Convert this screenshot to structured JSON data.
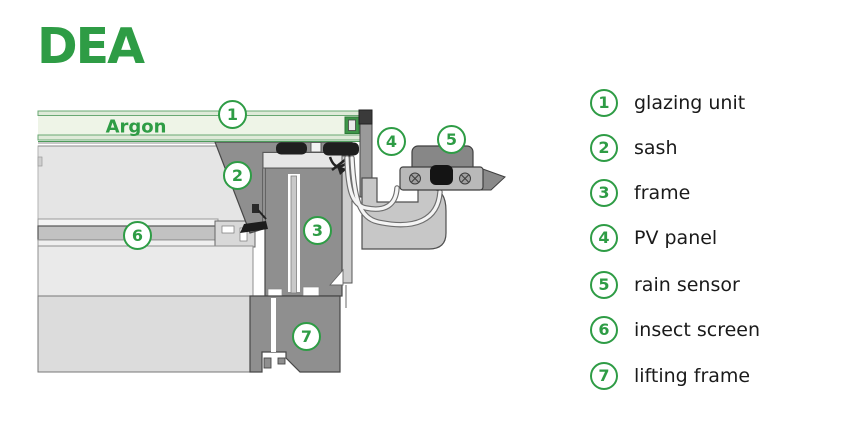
{
  "title": "DEA",
  "diagram": {
    "argon_label": "Argon"
  },
  "legend": {
    "items": [
      {
        "num": "1",
        "label": "glazing unit"
      },
      {
        "num": "2",
        "label": "sash"
      },
      {
        "num": "3",
        "label": "frame"
      },
      {
        "num": "4",
        "label": "PV panel"
      },
      {
        "num": "5",
        "label": "rain sensor"
      },
      {
        "num": "6",
        "label": "insect screen"
      },
      {
        "num": "7",
        "label": "lifting frame"
      }
    ]
  },
  "colors": {
    "accent_green": "#2e9c45",
    "glazing_cavity_fill": "#eef4e7",
    "glass_pane_fill": "#dfead9",
    "profile_dark_gray": "#8f8f8f",
    "profile_light_gray": "#e6e6e6",
    "bracket_gray": "#c7c7c7",
    "sensor_plate_gray": "#b9b9b9"
  }
}
